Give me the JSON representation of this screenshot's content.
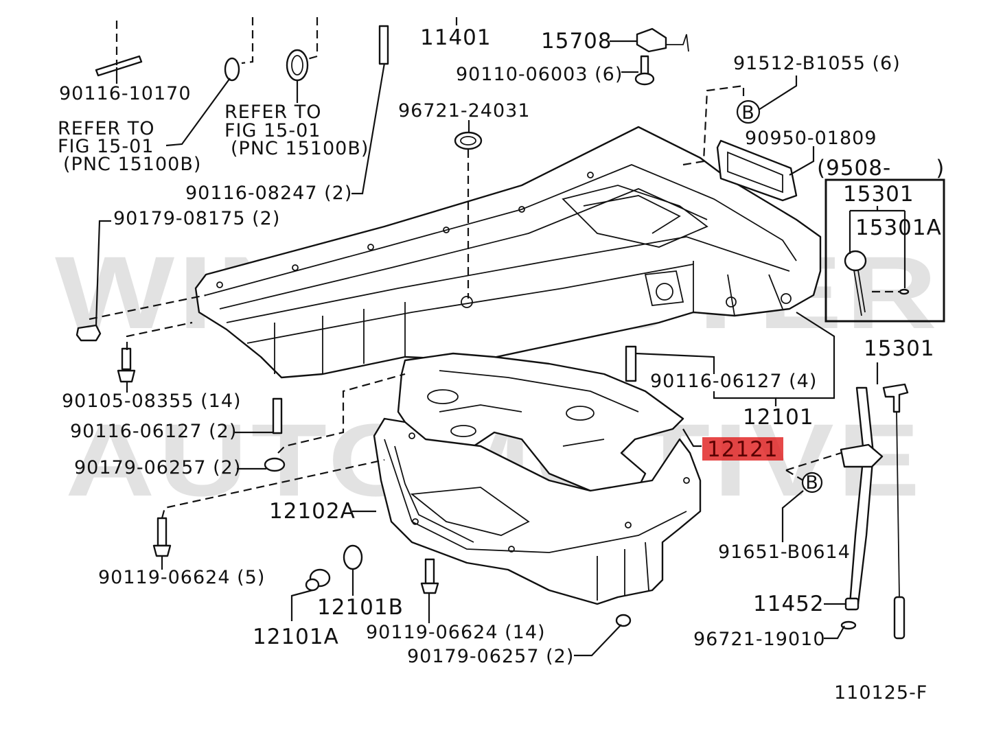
{
  "diagram": {
    "figure_code": "110125-F",
    "watermark": [
      "WINCHESTER",
      "AUTOMOTIVE"
    ],
    "highlight_color": "#e02020",
    "highlighted_part": "12121",
    "labels": {
      "p11401": "11401",
      "p15708": "15708",
      "p90110": "90110-06003 (6)",
      "p96721a": "96721-24031",
      "p91512": "91512-B1055 (6)",
      "p90950": "90950-01809",
      "p9508": "(9508-      )",
      "p15301box": "15301",
      "p15301A": "15301A",
      "p90116_10170": "90116-10170",
      "refer1_l1": "REFER TO",
      "refer1_l2": "FIG 15-01",
      "refer1_l3": "(PNC 15100B)",
      "refer2_l1": "REFER TO",
      "refer2_l2": "FIG 15-01",
      "refer2_l3": "(PNC 15100B)",
      "p90116_08247": "90116-08247 (2)",
      "p90179_08175": "90179-08175 (2)",
      "p90105": "90105-08355 (14)",
      "p90116_06127_2": "90116-06127 (2)",
      "p90179_06257_l": "90179-06257 (2)",
      "p90116_06127_4": "90116-06127 (4)",
      "p12101": "12101",
      "p12121": "12121",
      "p15301": "15301",
      "p12102A": "12102A",
      "p90119_5": "90119-06624 (5)",
      "p12101B": "12101B",
      "p12101A": "12101A",
      "p90119_14": "90119-06624 (14)",
      "p90179_06257_b": "90179-06257 (2)",
      "p91651": "91651-B0614",
      "p11452": "11452",
      "p96721b": "96721-19010",
      "circleB": "B"
    }
  }
}
